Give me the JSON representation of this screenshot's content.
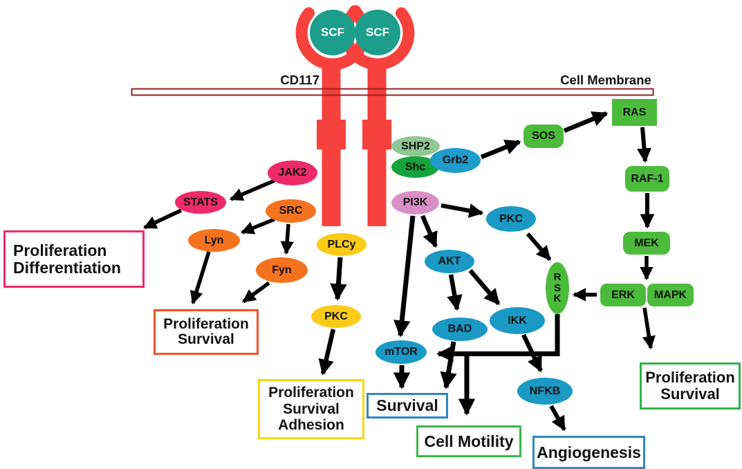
{
  "diagram": {
    "receptor_label": "CD117",
    "membrane_label": "Cell Membrane",
    "ligand_label": "SCF"
  },
  "nodes": {
    "scf1": {
      "label": "SCF",
      "color": "#1C9E8B"
    },
    "scf2": {
      "label": "SCF",
      "color": "#1C9E8B"
    },
    "jak2": {
      "label": "JAK2",
      "color": "#EE2A6A"
    },
    "stats": {
      "label": "STATS",
      "color": "#EE2A6A"
    },
    "src": {
      "label": "SRC",
      "color": "#F5731F"
    },
    "lyn": {
      "label": "Lyn",
      "color": "#F5731F"
    },
    "fyn": {
      "label": "Fyn",
      "color": "#F5731F"
    },
    "plcy": {
      "label": "PLCy",
      "color": "#FBCB18"
    },
    "pkc_yellow": {
      "label": "PKC",
      "color": "#FBCB18"
    },
    "shp2": {
      "label": "SHP2",
      "color": "#8FC795"
    },
    "shc": {
      "label": "Shc",
      "color": "#17A33C"
    },
    "grb2": {
      "label": "Grb2",
      "color": "#1E9CCB"
    },
    "sos": {
      "label": "SOS",
      "color": "#4CBB3C"
    },
    "pi3k": {
      "label": "PI3K",
      "color": "#D98FC5"
    },
    "ras": {
      "label": "RAS",
      "color": "#4CBB3C"
    },
    "raf1": {
      "label": "RAF-1",
      "color": "#4CBB3C"
    },
    "mek": {
      "label": "MEK",
      "color": "#4CBB3C"
    },
    "erk": {
      "label": "ERK",
      "color": "#4CBB3C"
    },
    "mapk": {
      "label": "MAPK",
      "color": "#4CBB3C"
    },
    "rsk": {
      "label": "RSK",
      "letters": [
        "R",
        "S",
        "K"
      ],
      "color": "#4CBB3C"
    },
    "pkc_blue": {
      "label": "PKC",
      "color": "#1B99C5"
    },
    "akt": {
      "label": "AKT",
      "color": "#1B99C5"
    },
    "bad": {
      "label": "BAD",
      "color": "#1B99C5"
    },
    "ikk": {
      "label": "IKK",
      "color": "#1B99C5"
    },
    "mtor": {
      "label": "mTOR",
      "color": "#1B99C5"
    },
    "nfkb": {
      "label": "NFKB",
      "color": "#1B99C5"
    }
  },
  "outcomes": {
    "proliferation_differentiation": {
      "lines": [
        "Proliferation",
        "Differentiation"
      ],
      "border": "#EE2A6A"
    },
    "proliferation_survival_orange": {
      "lines": [
        "Proliferation",
        "Survival"
      ],
      "border": "#F4502A"
    },
    "proliferation_survival_adhesion": {
      "lines": [
        "Proliferation",
        "Survival",
        "Adhesion"
      ],
      "border": "#FBD40B"
    },
    "survival": {
      "lines": [
        "Survival"
      ],
      "border": "#2D87C3"
    },
    "cell_motility": {
      "lines": [
        "Cell Motility"
      ],
      "border": "#3CB54A"
    },
    "proliferation_survival_green": {
      "lines": [
        "Proliferation",
        "Survival"
      ],
      "border": "#2DB34A"
    },
    "angiogenesis": {
      "lines": [
        "Angiogenesis"
      ],
      "border": "#2D87C3"
    }
  },
  "edges": [
    "JAK2 -> STATS",
    "STATS -> Proliferation/Differentiation",
    "SRC -> Lyn",
    "SRC -> Fyn",
    "Lyn -> Proliferation/Survival",
    "Fyn -> Proliferation/Survival",
    "PLCy -> PKC",
    "PKC -> Proliferation/Survival/Adhesion",
    "Grb2 -> SOS",
    "SOS -> RAS",
    "RAS -> RAF-1",
    "RAF-1 -> MEK",
    "MEK -> ERK/MAPK",
    "ERK/MAPK -> Proliferation/Survival",
    "ERK -> RSK",
    "PKC -> RSK",
    "RSK -> mTOR",
    "RSK -> Cell Motility",
    "PI3K -> mTOR",
    "PI3K -> AKT",
    "PI3K -> PKC",
    "AKT -> BAD",
    "AKT -> IKK",
    "mTOR -> Survival",
    "BAD -> Survival",
    "IKK -> NFKB",
    "NFKB -> Angiogenesis"
  ],
  "colors": {
    "receptor": "#F6413C",
    "membrane_line": "#9A2121",
    "arrow": "#000000",
    "background": "#FFFFFF"
  }
}
